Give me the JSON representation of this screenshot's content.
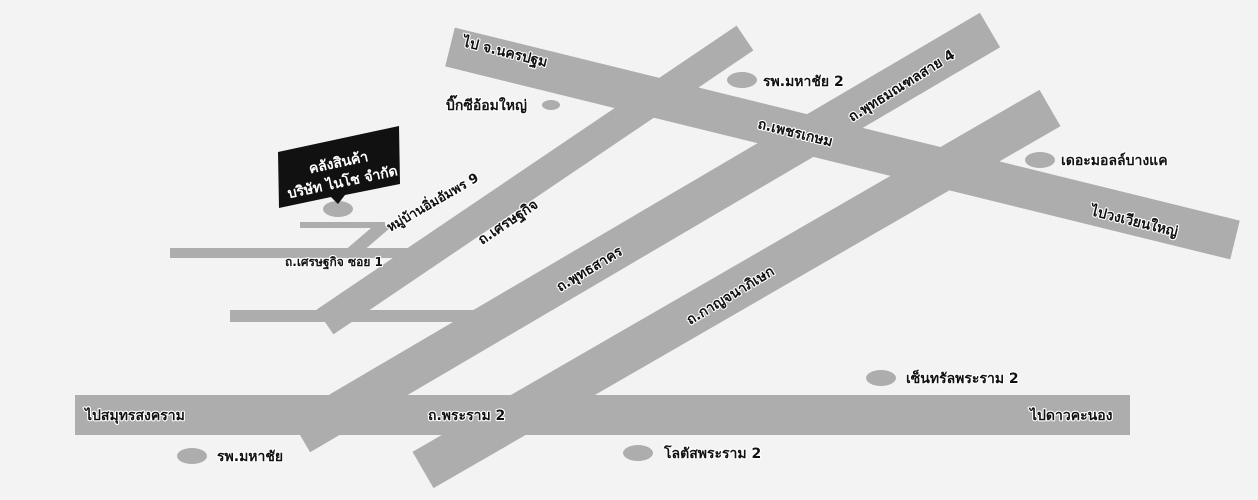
{
  "colors": {
    "background": "#f3f3f3",
    "road": "#adadad",
    "text": "#111111",
    "pin": "#111111"
  },
  "pin": {
    "line1": "คลังสินค้า",
    "line2": "บริษัท ไนโช จำกัด"
  },
  "roads": {
    "phetkasem": "ถ.เพชรเกษม",
    "setthakit": "ถ.เศรษฐกิจ",
    "setthakit_soi1": "ถ.เศรษฐกิจ ซอย 1",
    "phutthasakhon": "ถ.พุทธสาคร",
    "kanchanaphisek": "ถ.กาญจนาภิเษก",
    "phutthamonthon4": "ถ.พุทธมณฑลสาย 4",
    "rama2": "ถ.พระราม 2",
    "moo_ban": "หมู่บ้านอิ่มอัมพร 9"
  },
  "directions": {
    "nakhon_pathom": "ไป จ.นครปฐม",
    "wongwian_yai": "ไปวงเวียนใหญ่",
    "samut_songkhram": "ไปสมุทรสงคราม",
    "dao_khanong": "ไปดาวคะนอง"
  },
  "landmarks": {
    "big_c": "บิ๊กซีอ้อมใหญ่",
    "mahachai2": "รพ.มหาชัย 2",
    "mall_bangkhae": "เดอะมอลล์บางแค",
    "central_rama2": "เซ็นทรัลพระราม 2",
    "lotus_rama2": "โลตัสพระราม 2",
    "mahachai": "รพ.มหาชัย"
  }
}
